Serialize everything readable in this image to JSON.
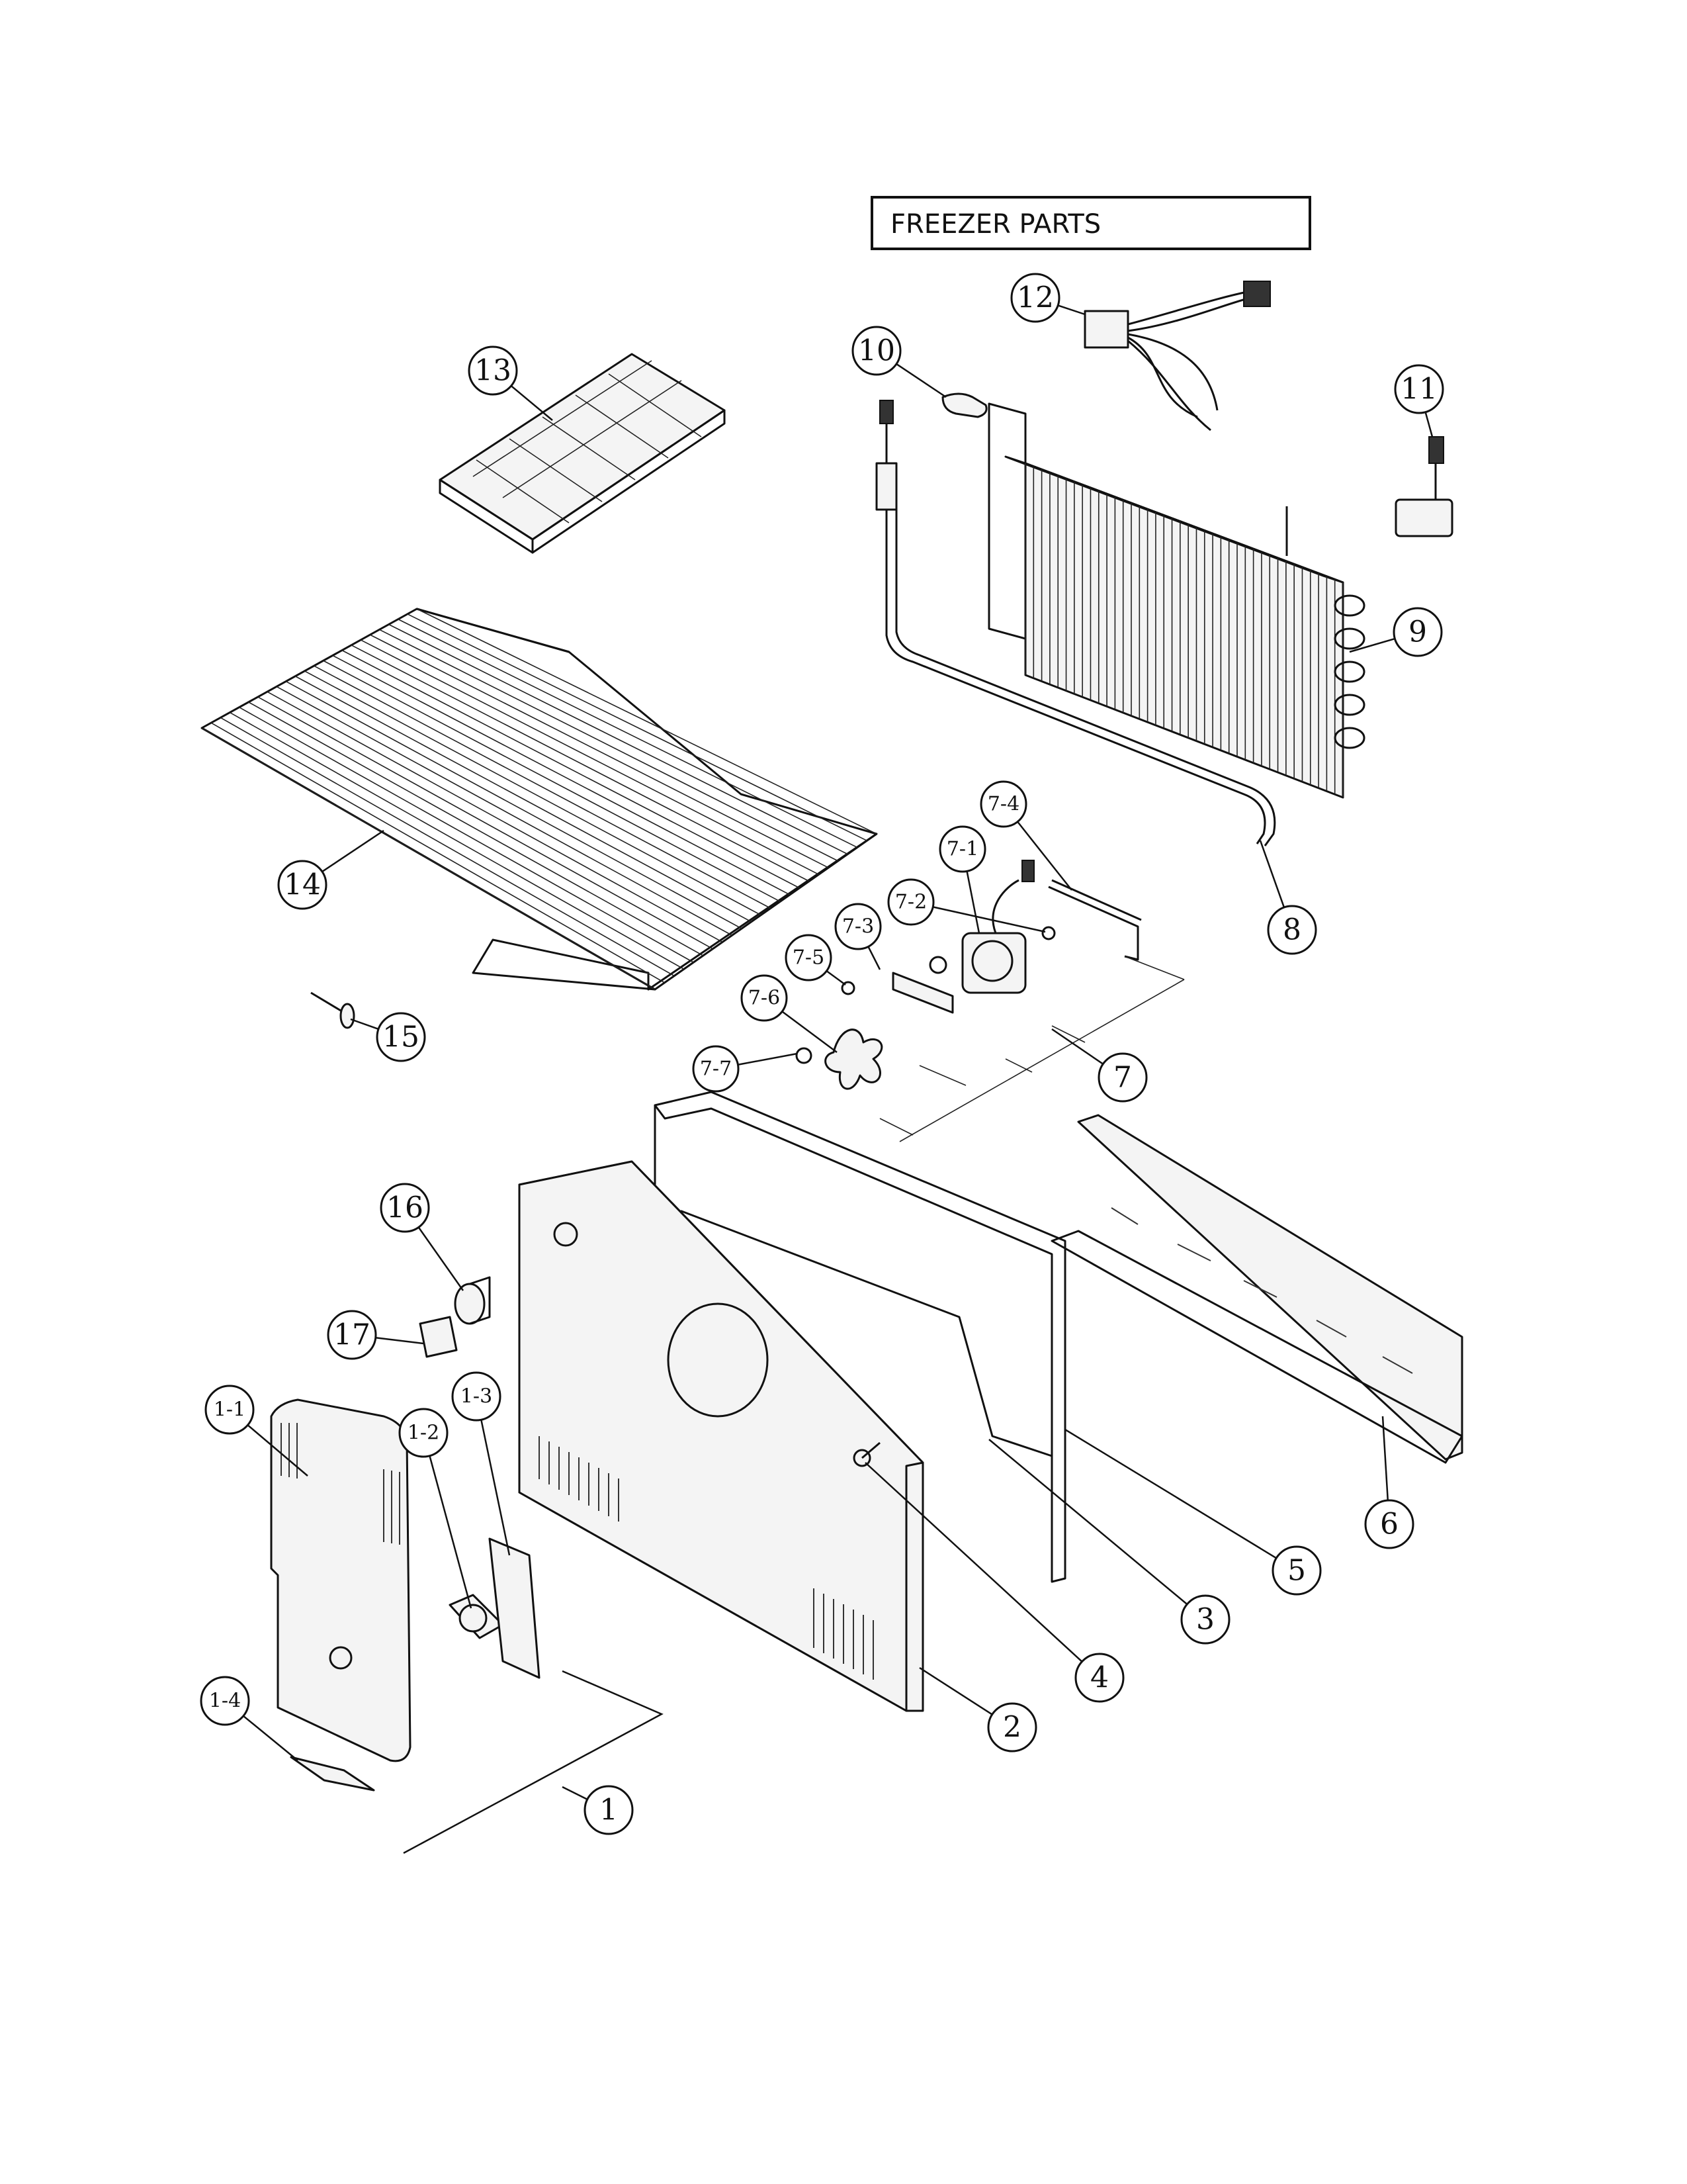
{
  "title": "FREEZER PARTS",
  "callouts": [
    {
      "id": "1",
      "label": "1"
    },
    {
      "id": "1-1",
      "label": "1-1"
    },
    {
      "id": "1-2",
      "label": "1-2"
    },
    {
      "id": "1-3",
      "label": "1-3"
    },
    {
      "id": "1-4",
      "label": "1-4"
    },
    {
      "id": "2",
      "label": "2"
    },
    {
      "id": "3",
      "label": "3"
    },
    {
      "id": "4",
      "label": "4"
    },
    {
      "id": "5",
      "label": "5"
    },
    {
      "id": "6",
      "label": "6"
    },
    {
      "id": "7",
      "label": "7"
    },
    {
      "id": "7-1",
      "label": "7-1"
    },
    {
      "id": "7-2",
      "label": "7-2"
    },
    {
      "id": "7-3",
      "label": "7-3"
    },
    {
      "id": "7-4",
      "label": "7-4"
    },
    {
      "id": "7-5",
      "label": "7-5"
    },
    {
      "id": "7-6",
      "label": "7-6"
    },
    {
      "id": "7-7",
      "label": "7-7"
    },
    {
      "id": "8",
      "label": "8"
    },
    {
      "id": "9",
      "label": "9"
    },
    {
      "id": "10",
      "label": "10"
    },
    {
      "id": "11",
      "label": "11"
    },
    {
      "id": "12",
      "label": "12"
    },
    {
      "id": "13",
      "label": "13"
    },
    {
      "id": "14",
      "label": "14"
    },
    {
      "id": "15",
      "label": "15"
    },
    {
      "id": "16",
      "label": "16"
    },
    {
      "id": "17",
      "label": "17"
    }
  ]
}
